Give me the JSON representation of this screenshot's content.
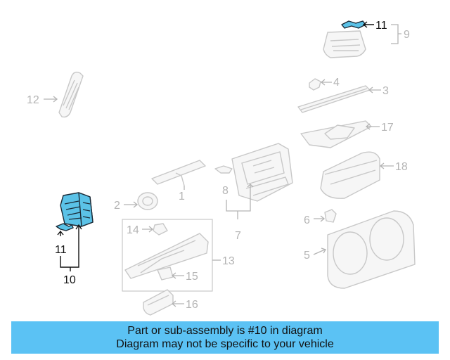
{
  "callouts": {
    "c1": "1",
    "c2": "2",
    "c3": "3",
    "c4": "4",
    "c5": "5",
    "c6": "6",
    "c7": "7",
    "c8": "8",
    "c9": "9",
    "c10": "10",
    "c11_top": "11",
    "c11_left": "11",
    "c12": "12",
    "c13": "13",
    "c14": "14",
    "c15": "15",
    "c16": "16",
    "c17": "17",
    "c18": "18"
  },
  "highlighted_part": "10",
  "colors": {
    "highlight": "#5bc2e7",
    "banner": "#5bc2f4",
    "ghost": "#c8c8c8"
  },
  "banner": {
    "line1": "Part or sub-assembly is #10 in diagram",
    "line2": "Diagram may not be specific to your vehicle"
  }
}
